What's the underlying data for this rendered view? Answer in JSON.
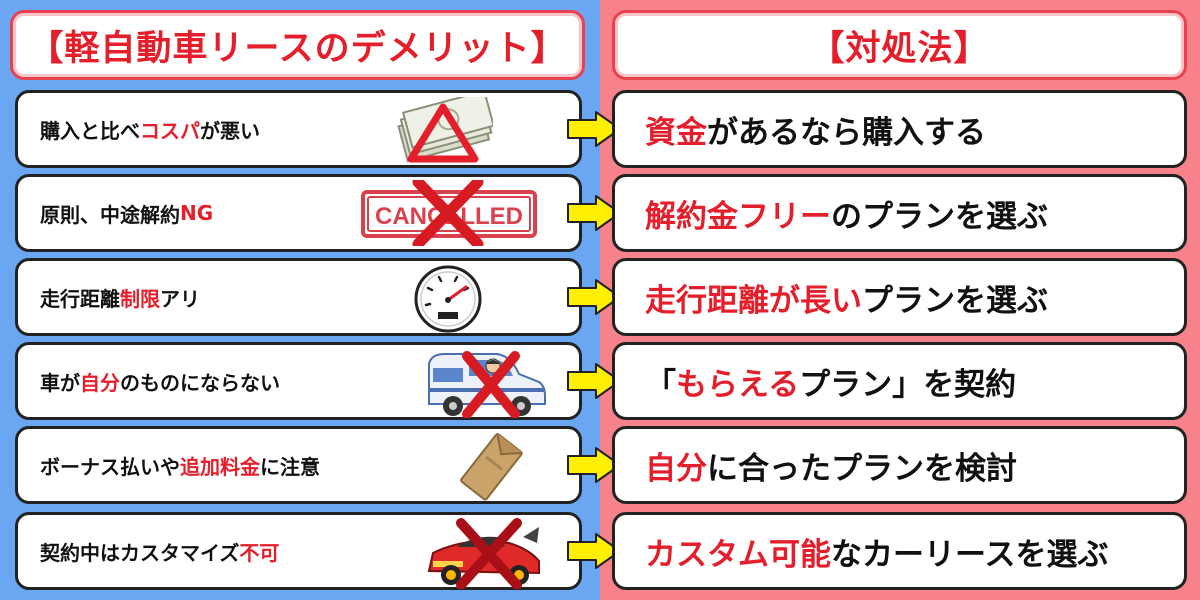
{
  "header": {
    "left_title": "【軽自動車リースのデメリット】",
    "right_title": "【対処法】"
  },
  "rows": [
    {
      "left": {
        "pre": "購入と比べ",
        "hl": "コスパ",
        "post": "が悪い"
      },
      "right": {
        "pre": "",
        "hl": "資金",
        "post": "があるなら購入する"
      },
      "icon": "money-warning-icon"
    },
    {
      "left": {
        "pre": "原則、中途解約",
        "hl": "NG",
        "post": ""
      },
      "right": {
        "pre": "",
        "hl": "解約金フリー",
        "post": "のプランを選ぶ"
      },
      "icon": "cancelled-stamp-icon",
      "stamp_text": "CANCELLED"
    },
    {
      "left": {
        "pre": "走行距離",
        "hl": "制限",
        "post": "アリ"
      },
      "right": {
        "pre": "",
        "hl": "走行距離が長い",
        "post": "プランを選ぶ"
      },
      "icon": "speedometer-icon"
    },
    {
      "left": {
        "pre": "車が",
        "hl": "自分",
        "post": "のものにならない"
      },
      "right": {
        "pre": "「",
        "hl": "もらえる",
        "post": "プラン」を契約"
      },
      "icon": "car-crossed-icon"
    },
    {
      "left": {
        "pre": "ボーナス払いや",
        "hl": "追加料金",
        "post": "に注意"
      },
      "right": {
        "pre": "",
        "hl": "自分",
        "post": "に合ったプランを検討"
      },
      "icon": "pay-envelope-icon"
    },
    {
      "left": {
        "pre": "契約中はカスタマイズ",
        "hl": "不可",
        "post": ""
      },
      "right": {
        "pre": "",
        "hl": "カスタム可能",
        "post": "なカーリースを選ぶ"
      },
      "icon": "custom-car-crossed-icon"
    }
  ],
  "colors": {
    "left_bg": "#6aa6f2",
    "right_bg": "#f7828c",
    "highlight": "#e51e2b",
    "arrow": "#ffef00"
  }
}
